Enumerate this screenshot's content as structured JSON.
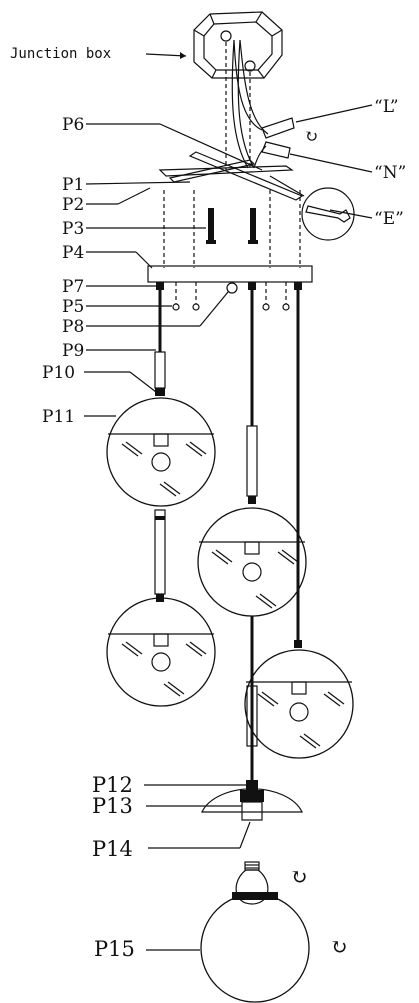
{
  "labels": {
    "junction_box": "Junction box",
    "l": "“L”",
    "n": "“N”",
    "e": "“E”",
    "p1": "P1",
    "p2": "P2",
    "p3": "P3",
    "p4": "P4",
    "p5": "P5",
    "p6": "P6",
    "p7": "P7",
    "p8": "P8",
    "p9": "P9",
    "p10": "P10",
    "p11": "P11",
    "p12": "P12",
    "p13": "P13",
    "p14": "P14",
    "p15": "P15"
  },
  "icons": {
    "rotate_arrow": "rotate-arrow-icon"
  }
}
